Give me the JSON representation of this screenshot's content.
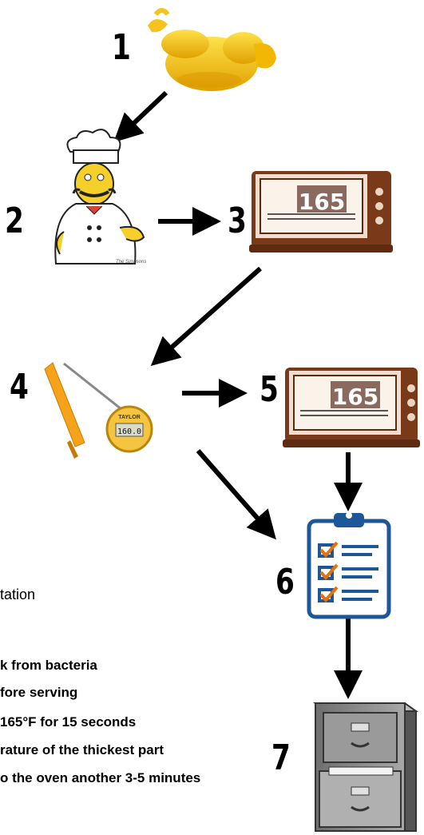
{
  "steps": [
    "1",
    "2",
    "3",
    "4",
    "5",
    "6",
    "7"
  ],
  "oven_temp": "165",
  "thermo_brand": "TAYLOR",
  "thermo_reading": "160.0",
  "chef_credit": "The Simpsons",
  "text_left": "tation",
  "bold_lines": [
    "k from bacteria",
    "fore serving",
    " 165°F for 15 seconds",
    "rature of the thickest part",
    "o the oven another 3-5 minutes"
  ],
  "colors": {
    "turkey": "#f2b705",
    "oven": "#7a3a1a",
    "clipboard": "#1e5799",
    "check": "#e8700a",
    "cabinet": "#8a8a8a"
  }
}
